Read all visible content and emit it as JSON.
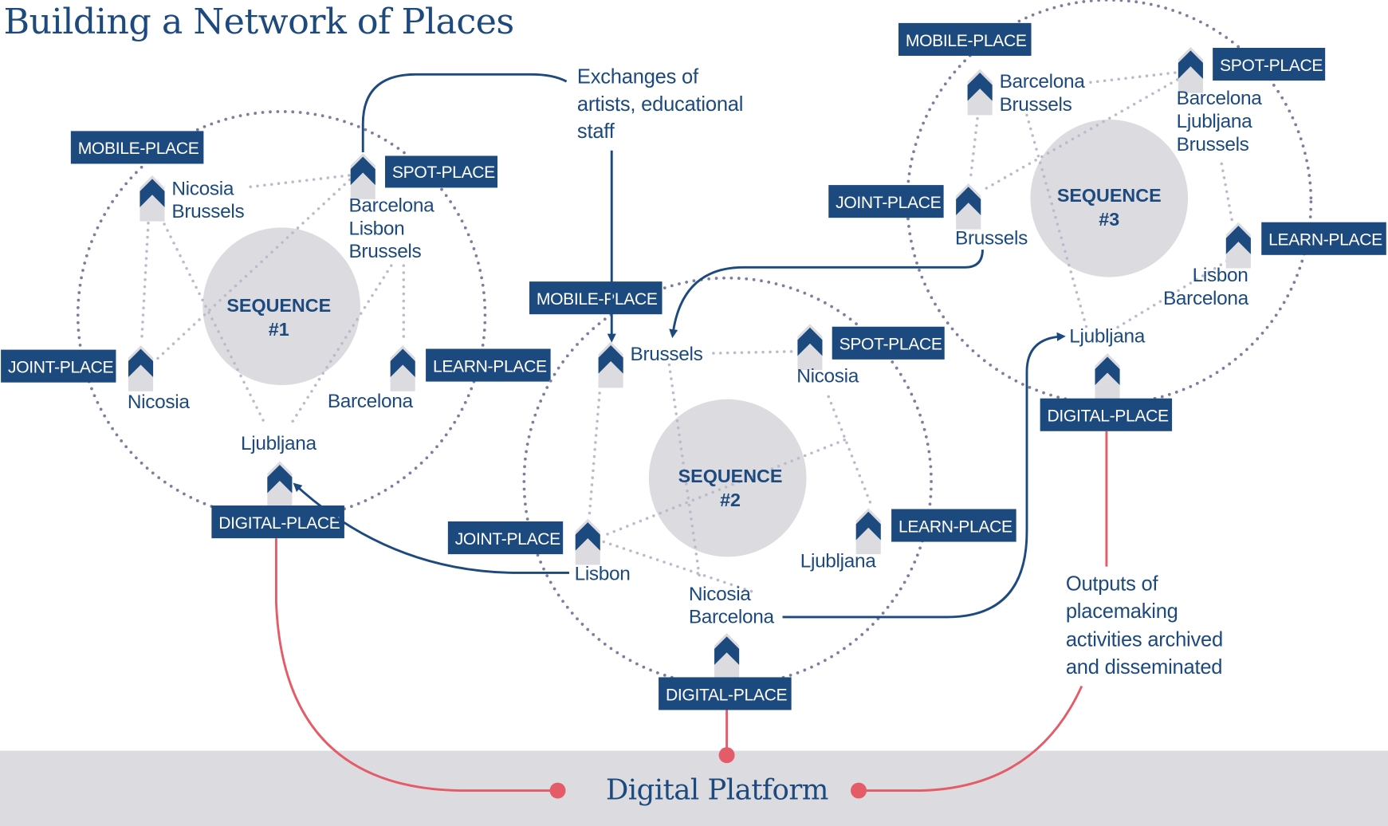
{
  "title": "Building a Network of Places",
  "colors": {
    "navy": "#1d4a7e",
    "core_gray": "#dcdbe0",
    "ring_dots": "#7b7f9f",
    "link_dots": "#b9bacb",
    "output_red": "#e35c68",
    "platform_band": "#dcdbe0"
  },
  "annotations": {
    "exchanges": [
      "Exchanges of",
      "artists, educational",
      "staff"
    ],
    "outputs": [
      "Outputs of",
      "placemaking",
      "activities archived",
      "and disseminated"
    ]
  },
  "platform": {
    "label": "Digital Platform"
  },
  "icon": "place-marker-icon",
  "sequences": [
    {
      "label_line1": "SEQUENCE",
      "label_line2": "#1",
      "places": {
        "mobile": {
          "tag": "MOBILE-PLACE",
          "cities": [
            "Nicosia",
            "Brussels"
          ]
        },
        "spot": {
          "tag": "SPOT-PLACE",
          "cities": [
            "Barcelona",
            "Lisbon",
            "Brussels"
          ]
        },
        "joint": {
          "tag": "JOINT-PLACE",
          "cities": [
            "Nicosia"
          ]
        },
        "learn": {
          "tag": "LEARN-PLACE",
          "cities": [
            "Barcelona"
          ]
        },
        "digital": {
          "tag": "DIGITAL-PLACE",
          "cities": [
            "Ljubljana"
          ]
        }
      }
    },
    {
      "label_line1": "SEQUENCE",
      "label_line2": "#2",
      "places": {
        "mobile": {
          "tag": "MOBILE-PLACE",
          "cities": [
            "Brussels"
          ]
        },
        "spot": {
          "tag": "SPOT-PLACE",
          "cities": [
            "Nicosia"
          ]
        },
        "joint": {
          "tag": "JOINT-PLACE",
          "cities": [
            "Lisbon"
          ]
        },
        "learn": {
          "tag": "LEARN-PLACE",
          "cities": [
            "Ljubljana"
          ]
        },
        "digital": {
          "tag": "DIGITAL-PLACE",
          "cities": [
            "Nicosia",
            "Barcelona"
          ]
        }
      }
    },
    {
      "label_line1": "SEQUENCE",
      "label_line2": "#3",
      "places": {
        "mobile": {
          "tag": "MOBILE-PLACE",
          "cities": [
            "Barcelona",
            "Brussels"
          ]
        },
        "spot": {
          "tag": "SPOT-PLACE",
          "cities": [
            "Barcelona",
            "Ljubljana",
            "Brussels"
          ]
        },
        "joint": {
          "tag": "JOINT-PLACE",
          "cities": [
            "Brussels"
          ]
        },
        "learn": {
          "tag": "LEARN-PLACE",
          "cities": [
            "Lisbon",
            "Barcelona"
          ]
        },
        "digital": {
          "tag": "DIGITAL-PLACE",
          "cities": [
            "Ljubljana"
          ]
        }
      }
    }
  ]
}
